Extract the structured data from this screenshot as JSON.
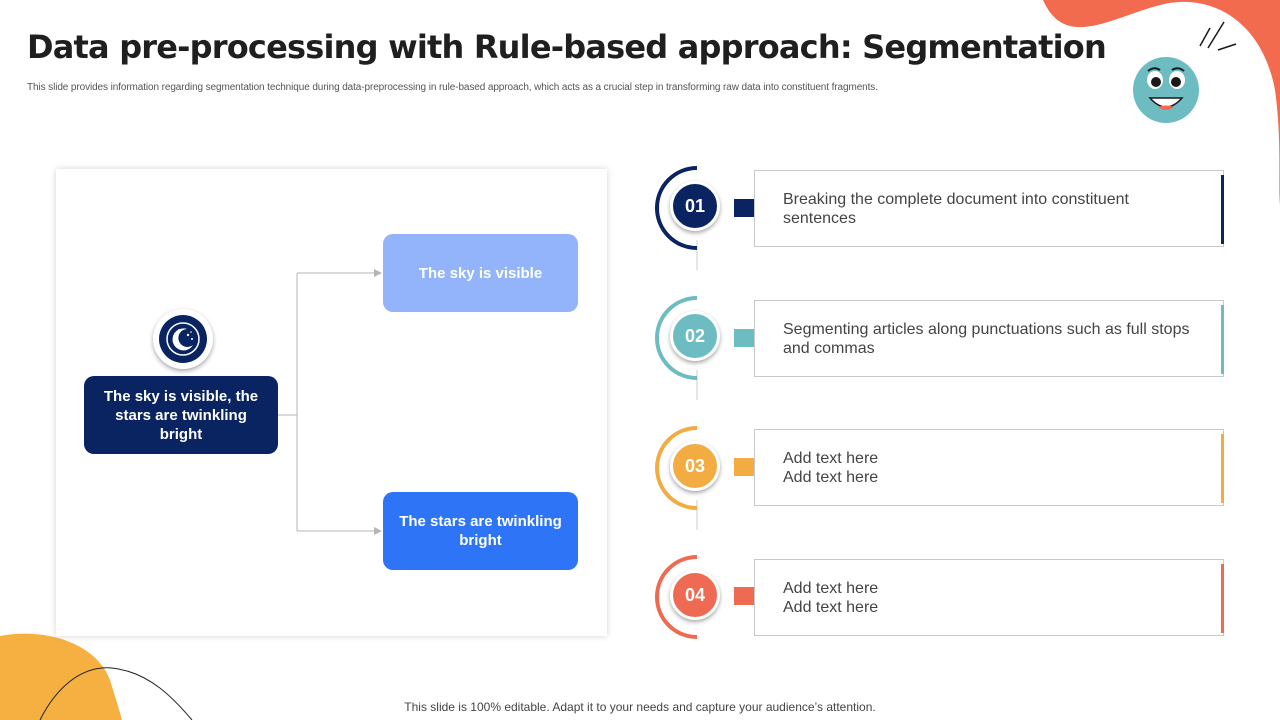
{
  "title": "Data pre-processing with Rule-based approach: Segmentation",
  "subtitle": "This slide provides information regarding segmentation technique during data-preprocessing in rule-based approach, which acts as a crucial step in transforming raw data into constituent fragments.",
  "diagram": {
    "root": "The sky is visible, the stars are twinkling bright",
    "children": [
      "The sky is visible",
      "The stars are twinkling bright"
    ],
    "root_icon": "moon-stars-icon"
  },
  "steps": [
    {
      "number": "01",
      "lines": [
        "Breaking the complete document into constituent sentences"
      ],
      "color": "#0a2361"
    },
    {
      "number": "02",
      "lines": [
        "Segmenting articles along punctuations  such as full stops",
        "and commas"
      ],
      "color": "#6dbcc2"
    },
    {
      "number": "03",
      "lines": [
        "Add text here",
        "Add text here"
      ],
      "color": "#f2ac42"
    },
    {
      "number": "04",
      "lines": [
        "Add text here",
        "Add text here"
      ],
      "color": "#ee6a52"
    }
  ],
  "footer": "This slide is 100% editable. Adapt it to your needs and capture your audience’s attention.",
  "colors": {
    "navy": "#0a2361",
    "light_blue": "#93b4fa",
    "bright_blue": "#2d74f7",
    "teal": "#6dbcc2",
    "orange": "#f2ac42",
    "coral": "#ee6a52"
  },
  "icons": [
    "smiley-face-icon",
    "moon-stars-icon"
  ]
}
